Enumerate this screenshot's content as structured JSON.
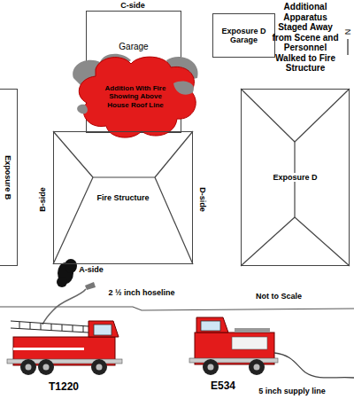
{
  "diagram": {
    "nodes": [
      {
        "text": [
          "Garage"
        ]
      },
      {
        "text": [
          "Exposure D Garage"
        ]
      },
      {
        "text": [
          "Addition With Fire Showing Above House Roof Line"
        ]
      },
      {
        "text": [
          "Exposure B"
        ]
      },
      {
        "text": [
          "Fire Structure"
        ]
      },
      {
        "text": [
          "Exposure D"
        ]
      }
    ],
    "labels": [
      "C-side",
      "Additional Apparatus Staged Away from Scene and Personnel Walked to Fire Structure",
      "N",
      "B-side",
      "D-side",
      "A-side",
      "2 ½ inch hoseline",
      "Not to Scale",
      "T1220",
      "E534",
      "5 inch supply line"
    ]
  }
}
